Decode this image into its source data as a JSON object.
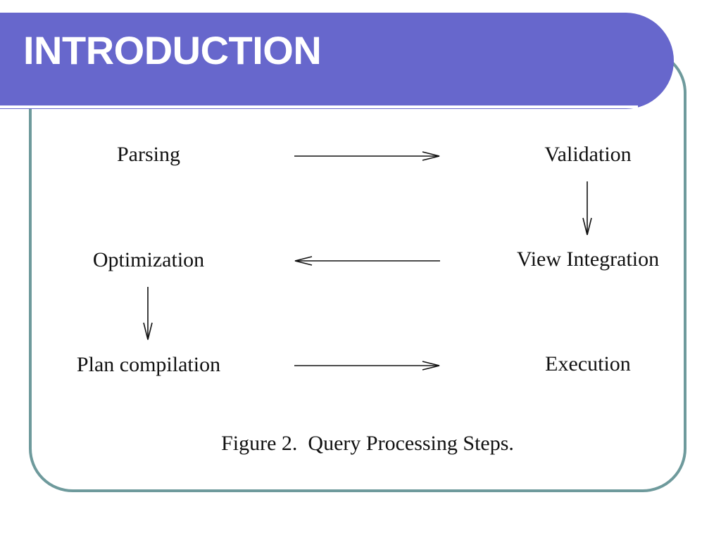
{
  "slide": {
    "title": "INTRODUCTION",
    "colors": {
      "banner": "#6767cc",
      "frame_border": "#6e9a9c",
      "title_text": "#ffffff"
    }
  },
  "figure": {
    "nodes": {
      "parsing": "Parsing",
      "validation": "Validation",
      "view_integration": "View Integration",
      "optimization": "Optimization",
      "plan_compilation": "Plan compilation",
      "execution": "Execution"
    },
    "caption": "Figure 2.  Query Processing Steps."
  }
}
